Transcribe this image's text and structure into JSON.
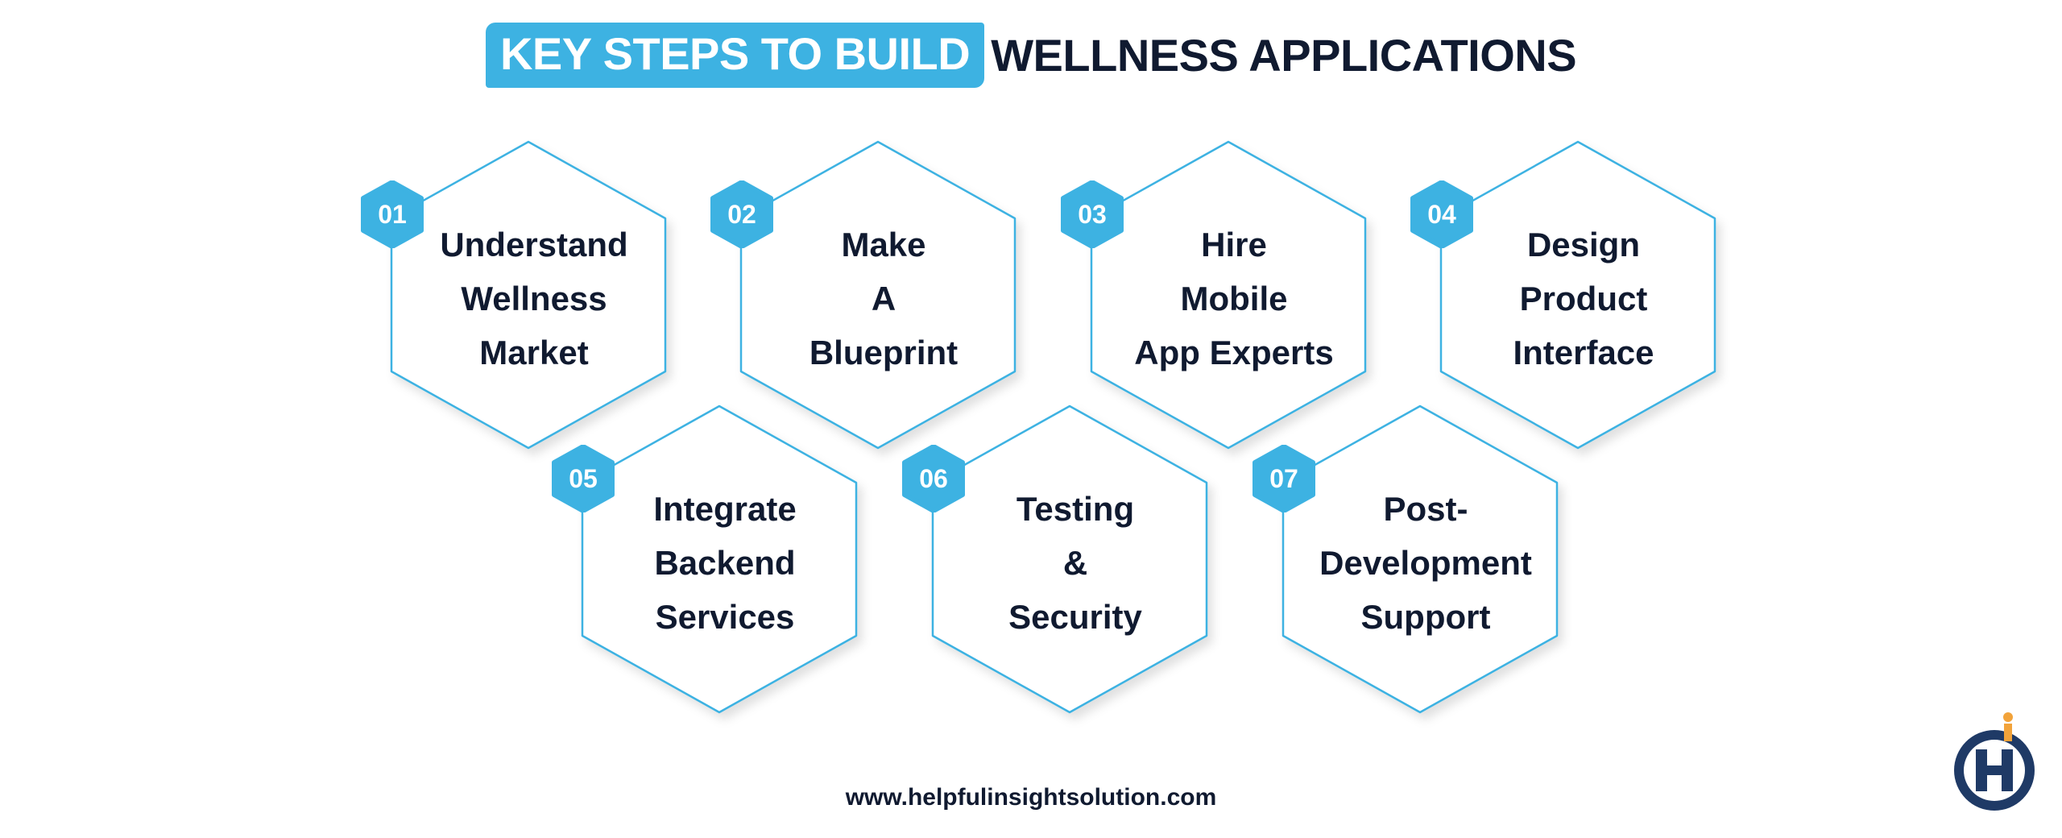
{
  "title": {
    "highlight": "KEY STEPS TO BUILD",
    "rest": "WELLNESS APPLICATIONS"
  },
  "steps": [
    {
      "number": "01",
      "label": "Understand\nWellness\nMarket"
    },
    {
      "number": "02",
      "label": "Make\nA\nBlueprint"
    },
    {
      "number": "03",
      "label": "Hire\nMobile\nApp Experts"
    },
    {
      "number": "04",
      "label": "Design\nProduct\nInterface"
    },
    {
      "number": "05",
      "label": "Integrate\nBackend\nServices"
    },
    {
      "number": "06",
      "label": "Testing\n&\nSecurity"
    },
    {
      "number": "07",
      "label": "Post-\nDevelopment\nSupport"
    }
  ],
  "footer": {
    "url": "www.helpfulinsightsolution.com"
  },
  "colors": {
    "accent": "#3db2e2",
    "text": "#101a30",
    "logo_dark": "#1f3a66",
    "logo_orange": "#f2a33a"
  },
  "logo": {
    "icon": "helpful-insight-logo-icon"
  }
}
